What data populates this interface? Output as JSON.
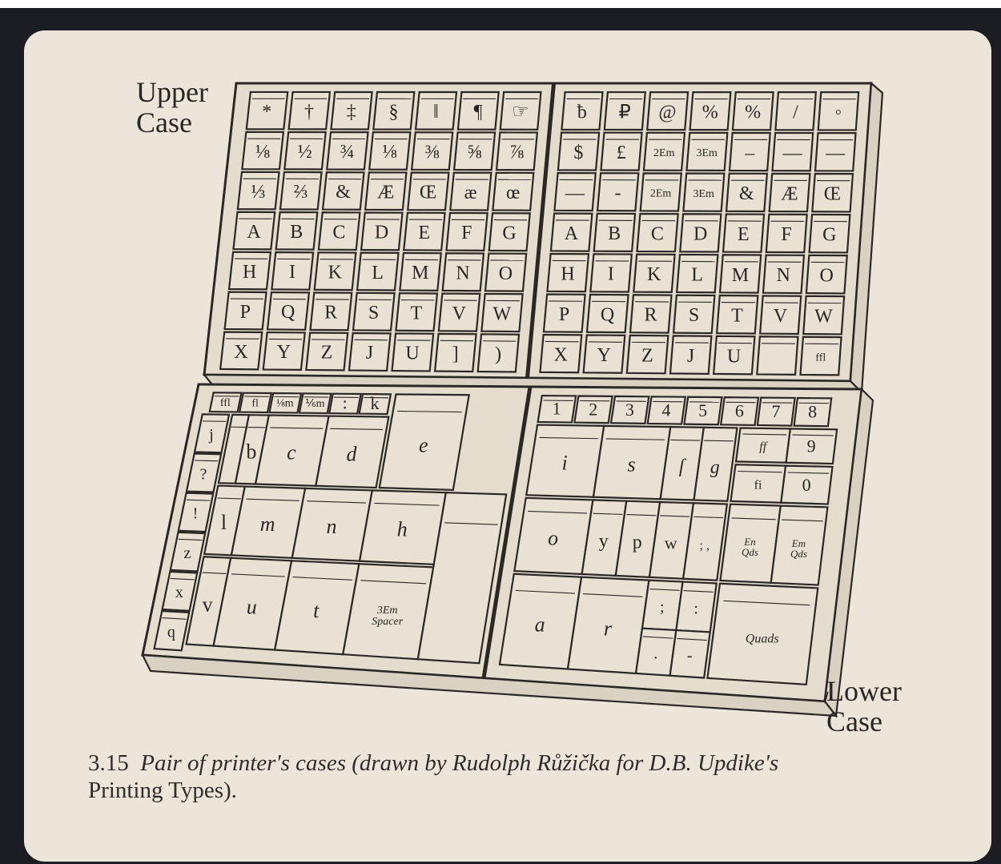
{
  "labels": {
    "upper_case": "Upper\nCase",
    "lower_case": "Lower\nCase"
  },
  "caption": {
    "number": "3.15",
    "text_italic": "Pair of printer's cases (drawn by Rudolph Růžička for D.B. Updike's",
    "text_roman": "Printing Types)."
  },
  "upper_left_rows": [
    [
      "*",
      "†",
      "‡",
      "§",
      "‖",
      "¶",
      "☞"
    ],
    [
      "⅛",
      "½",
      "¾",
      "⅛",
      "⅜",
      "⅝",
      "⅞"
    ],
    [
      "⅓",
      "⅔",
      "&",
      "Æ",
      "Œ",
      "æ",
      "œ"
    ],
    [
      "A",
      "B",
      "C",
      "D",
      "E",
      "F",
      "G"
    ],
    [
      "H",
      "I",
      "K",
      "L",
      "M",
      "N",
      "O"
    ],
    [
      "P",
      "Q",
      "R",
      "S",
      "T",
      "V",
      "W"
    ],
    [
      "X",
      "Y",
      "Z",
      "J",
      "U",
      "]",
      ")"
    ]
  ],
  "upper_right_rows": [
    [
      "ƀ",
      "₽",
      "@",
      "%",
      "%",
      "/",
      "◦"
    ],
    [
      "$",
      "£",
      "2Em",
      "3Em",
      "–",
      "—",
      "—"
    ],
    [
      "—",
      "-",
      "2Em",
      "3Em",
      "&",
      "Æ",
      "Œ"
    ],
    [
      "A",
      "B",
      "C",
      "D",
      "E",
      "F",
      "G"
    ],
    [
      "H",
      "I",
      "K",
      "L",
      "M",
      "N",
      "O"
    ],
    [
      "P",
      "Q",
      "R",
      "S",
      "T",
      "V",
      "W"
    ],
    [
      "X",
      "Y",
      "Z",
      "J",
      "U",
      "",
      "ffl"
    ]
  ],
  "lower_left": {
    "top_row": [
      "ffl",
      "fl",
      "⅛m",
      "⅙m",
      ":",
      "k"
    ],
    "e": "e",
    "side_col": [
      "j",
      "?",
      "!",
      "z",
      "x",
      "q"
    ],
    "b": "b",
    "c": "c",
    "d": "d",
    "l": "l",
    "m": "m",
    "n": "n",
    "h": "h",
    "v": "v",
    "u": "u",
    "t": "t",
    "spacer": "3Em\nSpacer"
  },
  "lower_right": {
    "top_row": [
      "1",
      "2",
      "3",
      "4",
      "5",
      "6",
      "7",
      "8"
    ],
    "i": "i",
    "s": "s",
    "long_s": "ſ",
    "g": "g",
    "ff": "ff",
    "nine": "9",
    "fi": "fi",
    "zero": "0",
    "o": "o",
    "y": "y",
    "p": "p",
    "w": "w",
    "semi_colon_pair": "; ,",
    "en_quads": "En\nQds",
    "em_quads": "Em\nQds",
    "a": "a",
    "r": "r",
    "semicolon": ";",
    "colon": ":",
    "period": ".",
    "hyphen": "-",
    "quads": "Quads"
  }
}
